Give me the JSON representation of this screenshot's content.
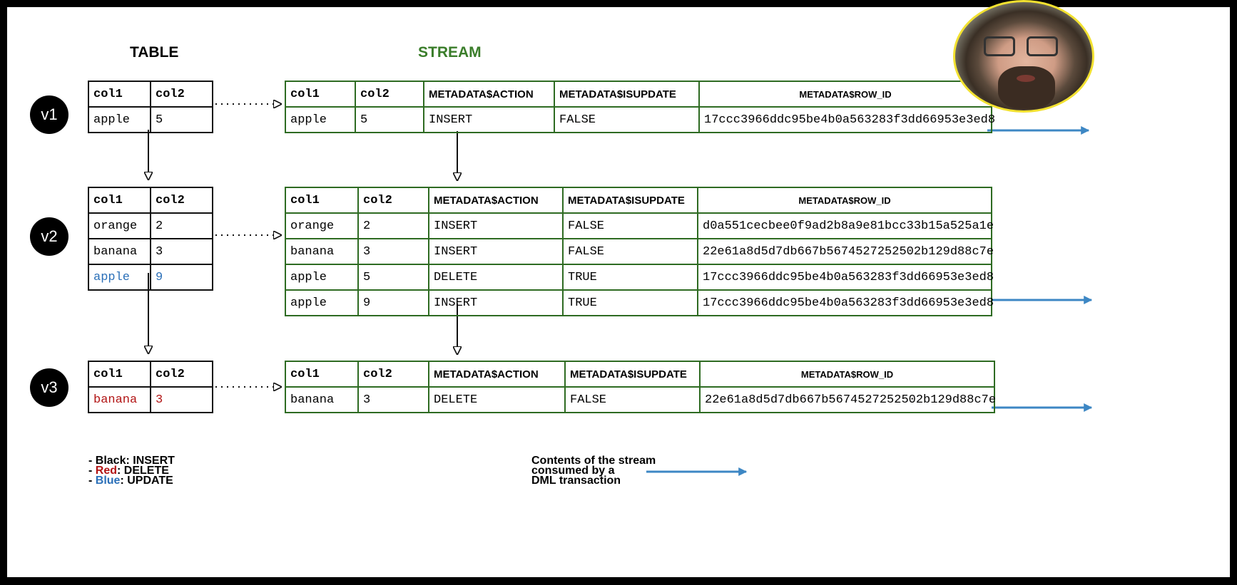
{
  "headers": {
    "table": "TABLE",
    "stream": "STREAM"
  },
  "versions": [
    "v1",
    "v2",
    "v3"
  ],
  "table_columns": [
    "col1",
    "col2"
  ],
  "stream_columns": [
    "col1",
    "col2",
    "METADATA$ACTION",
    "METADATA$ISUPDATE",
    "METADATA$ROW_ID"
  ],
  "tables": {
    "v1": [
      {
        "col1": "apple",
        "col2": "5",
        "color": "#111111"
      }
    ],
    "v2": [
      {
        "col1": "orange",
        "col2": "2",
        "color": "#111111"
      },
      {
        "col1": "banana",
        "col2": "3",
        "color": "#111111"
      },
      {
        "col1": "apple",
        "col2": "9",
        "color": "#2a6fb8"
      }
    ],
    "v3": [
      {
        "col1": "banana",
        "col2": "3",
        "color": "#b21414"
      }
    ]
  },
  "streams": {
    "v1": [
      {
        "col1": "apple",
        "col2": "5",
        "action": "INSERT",
        "isupdate": "FALSE",
        "row_id": "17ccc3966ddc95be4b0a563283f3dd66953e3ed8"
      }
    ],
    "v2": [
      {
        "col1": "orange",
        "col2": "2",
        "action": "INSERT",
        "isupdate": "FALSE",
        "row_id": "d0a551cecbee0f9ad2b8a9e81bcc33b15a525a1e"
      },
      {
        "col1": "banana",
        "col2": "3",
        "action": "INSERT",
        "isupdate": "FALSE",
        "row_id": "22e61a8d5d7db667b5674527252502b129d88c7e"
      },
      {
        "col1": "apple",
        "col2": "5",
        "action": "DELETE",
        "isupdate": "TRUE",
        "row_id": "17ccc3966ddc95be4b0a563283f3dd66953e3ed8"
      },
      {
        "col1": "apple",
        "col2": "9",
        "action": "INSERT",
        "isupdate": "TRUE",
        "row_id": "17ccc3966ddc95be4b0a563283f3dd66953e3ed8"
      }
    ],
    "v3": [
      {
        "col1": "banana",
        "col2": "3",
        "action": "DELETE",
        "isupdate": "FALSE",
        "row_id": "22e61a8d5d7db667b5674527252502b129d88c7e"
      }
    ]
  },
  "legend": {
    "black_prefix": "- Black:",
    "black_value": "INSERT",
    "red_prefix": "- ",
    "red_word": "Red",
    "red_value": ":     DELETE",
    "blue_prefix": "- ",
    "blue_word": "Blue",
    "blue_value": ":    UPDATE",
    "stream_note_lines": [
      "Contents of the stream",
      "consumed by a",
      "DML transaction"
    ]
  },
  "colors": {
    "stream_border": "#2e6b22",
    "stream_header": "#3a7d2a",
    "consumed_arrow": "#3d87c4",
    "delete": "#b21414",
    "update": "#2a6fb8"
  }
}
